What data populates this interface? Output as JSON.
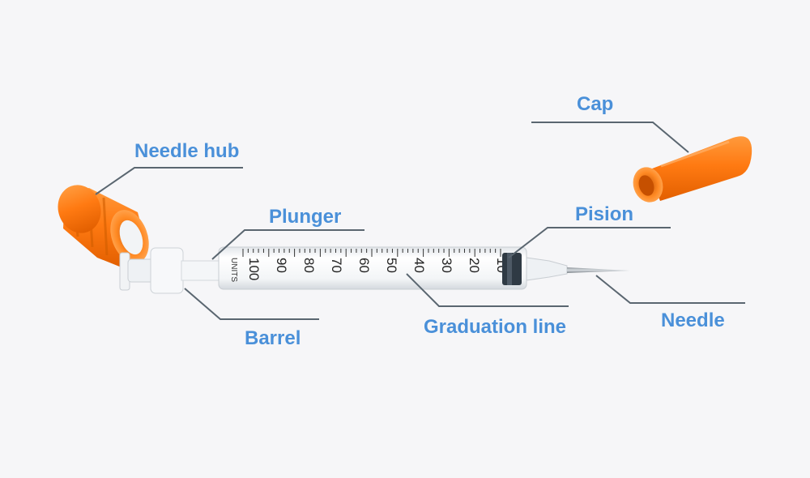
{
  "labels": {
    "cap": "Cap",
    "needle_hub": "Needle hub",
    "plunger": "Plunger",
    "pision": "Pision",
    "barrel": "Barrel",
    "graduation_line": "Graduation line",
    "needle": "Needle"
  },
  "scale": {
    "unit_text": "UNITS",
    "numbers": [
      "100",
      "90",
      "80",
      "70",
      "60",
      "50",
      "40",
      "30",
      "20",
      "10"
    ]
  },
  "colors": {
    "label": "#4a90d9",
    "leader": "#5a6670",
    "cap_orange": "#ff7a12",
    "background": "#f6f6f8"
  }
}
